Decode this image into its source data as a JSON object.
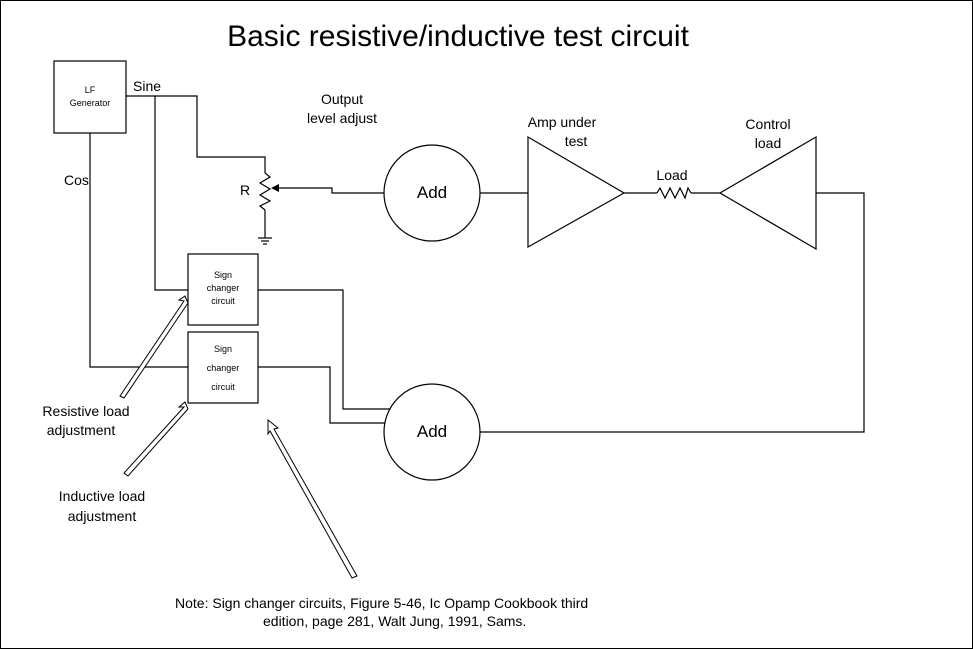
{
  "title": "Basic resistive/inductive test circuit",
  "generator": {
    "line1": "LF",
    "line2": "Generator"
  },
  "labels": {
    "sine": "Sine",
    "cos": "Cos",
    "output_level_1": "Output",
    "output_level_2": "level adjust",
    "pot": "R",
    "amp_1": "Amp under",
    "amp_2": "test",
    "load": "Load",
    "control_1": "Control",
    "control_2": "load"
  },
  "adders": {
    "top": "Add",
    "bottom": "Add"
  },
  "sign_changer_top": {
    "line1": "Sign",
    "line2": "changer",
    "line3": "circuit"
  },
  "sign_changer_bottom": {
    "line1": "Sign",
    "line2": "changer",
    "line3": "circuit"
  },
  "adjustments": {
    "resistive_1": "Resistive load",
    "resistive_2": "adjustment",
    "inductive_1": "Inductive load",
    "inductive_2": "adjustment"
  },
  "note": {
    "line1": "Note:  Sign changer circuits, Figure 5-46, Ic Opamp Cookbook third",
    "line2": "edition, page 281, Walt Jung, 1991, Sams."
  }
}
